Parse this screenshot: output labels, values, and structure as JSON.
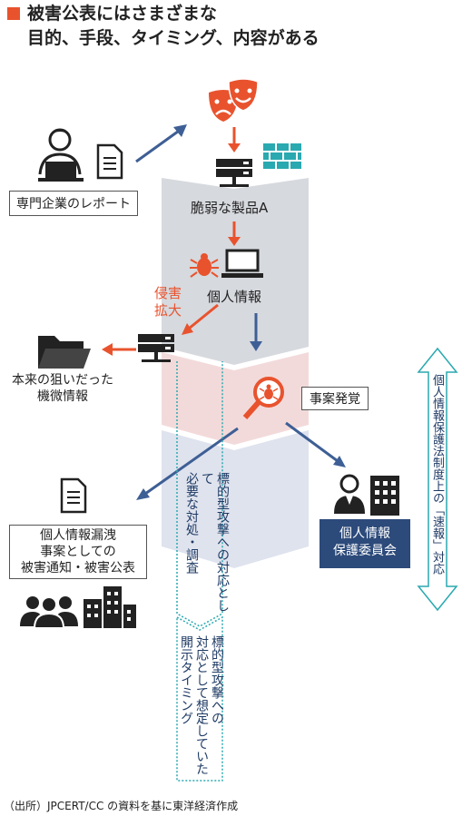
{
  "title": {
    "line1": "被害公表にはさまざまな",
    "line2": "目的、手段、タイミング、内容がある"
  },
  "nodes": {
    "expert_report": "専門企業のレポート",
    "vulnerable_product": "脆弱な製品A",
    "personal_info": "個人情報",
    "damage_spread": "侵害拡大",
    "target_info": [
      "本来の狙いだった",
      "機微情報"
    ],
    "incident_discovered": "事案発覚",
    "leak_notice": [
      "個人情報漏洩",
      "事案としての",
      "被害通知・被害公表"
    ],
    "ppc": [
      "個人情報",
      "保護委員会"
    ],
    "targeted_attack_response": [
      "標的型攻撃への対応として",
      "必要な対処・調査"
    ],
    "disclosure_timing": [
      "標的型攻撃への",
      "対応として想定していた",
      "開示タイミング"
    ],
    "law_response": "個人情報保護法制度上の「速報」対応"
  },
  "icons": [
    "person-laptop-icon",
    "document-icon",
    "theater-masks-icon",
    "server-icon",
    "firewall-icon",
    "bug-icon",
    "laptop-icon",
    "folder-icon",
    "magnifier-bug-icon",
    "person-suit-icon",
    "building-icon",
    "people-icon"
  ],
  "colors": {
    "accent": "#e8532e",
    "navy": "#2c4a7a",
    "arrow_blue": "#3e5f95",
    "teal": "#2aa9b0",
    "band_gray": "#d6d9de",
    "band_pink": "#f3dada",
    "band_lavender": "#dfe3ee"
  },
  "source": "（出所）JPCERT/CC の資料を基に東洋経済作成"
}
